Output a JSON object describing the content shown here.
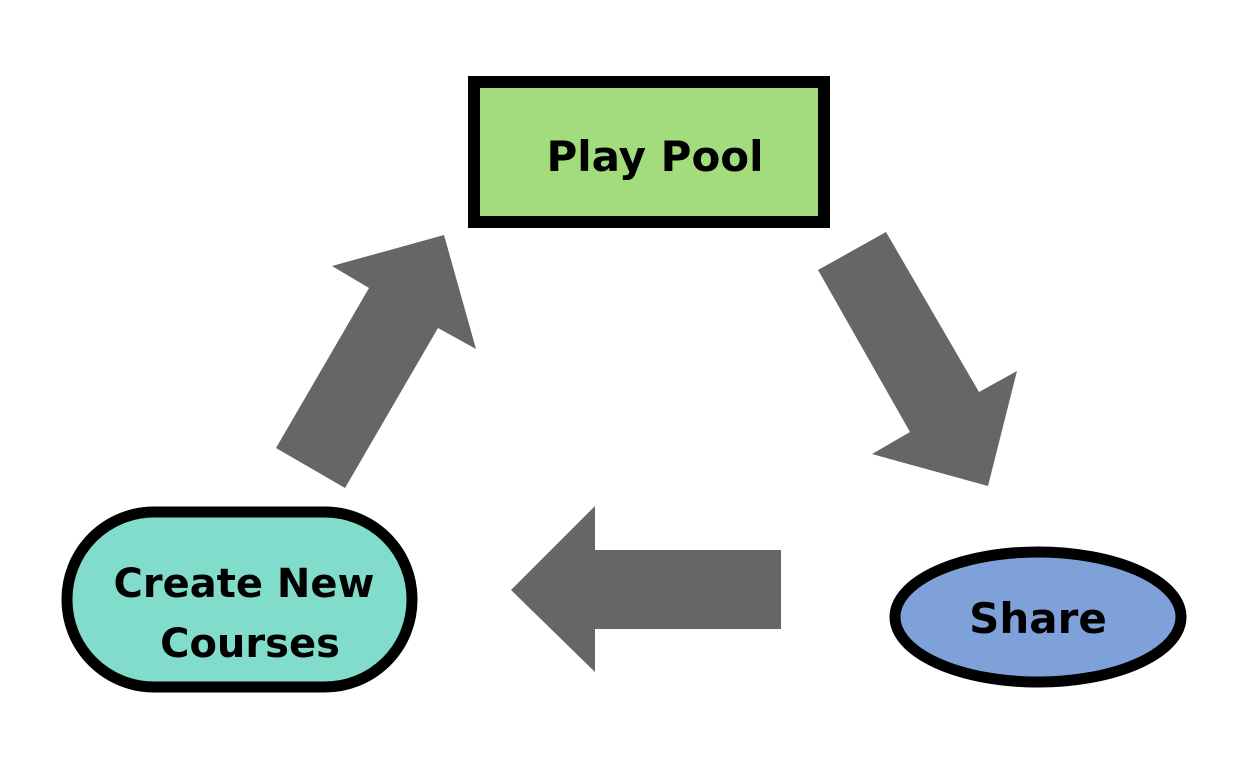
{
  "colors": {
    "background": "#ffffff",
    "arrow": "#666666",
    "outline": "#000000",
    "play_pool_fill": "#a3dc7c",
    "share_fill": "#7fa1da",
    "create_fill": "#82dccb"
  },
  "nodes": {
    "play_pool": {
      "label": "Play Pool"
    },
    "share": {
      "label": "Share"
    },
    "create_new_courses": {
      "line1": "Create New",
      "line2": "Courses"
    }
  },
  "arrows": [
    {
      "from": "Play Pool",
      "to": "Share"
    },
    {
      "from": "Share",
      "to": "Create New Courses"
    },
    {
      "from": "Create New Courses",
      "to": "Play Pool"
    }
  ]
}
